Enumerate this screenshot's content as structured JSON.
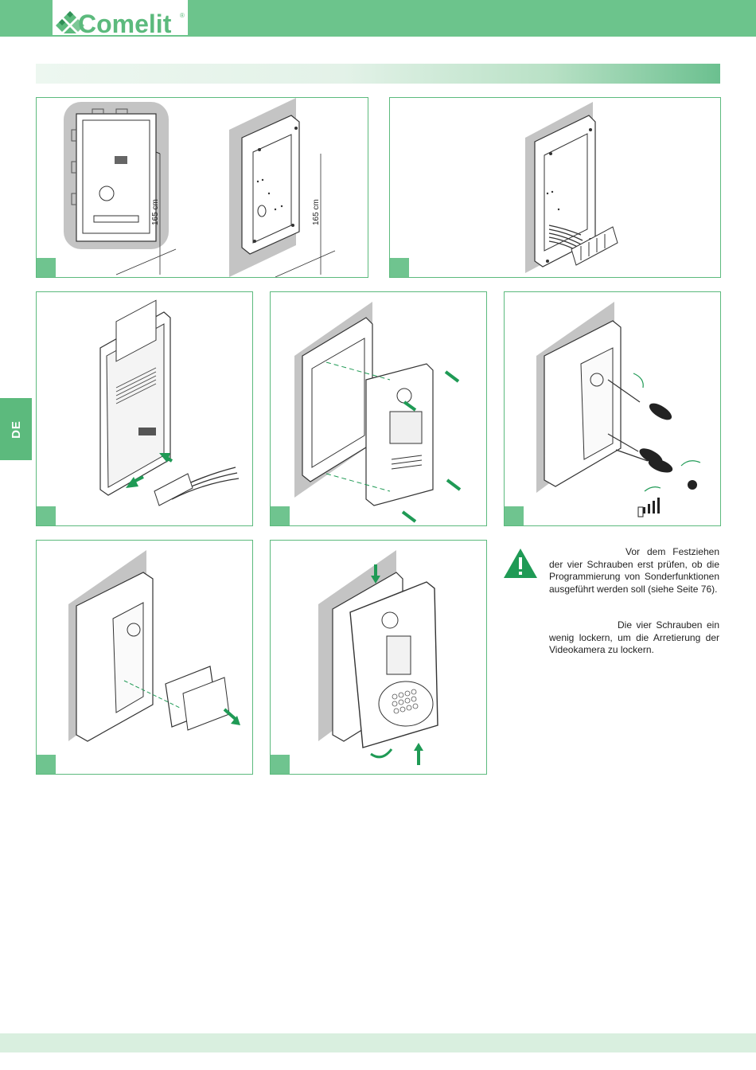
{
  "header": {
    "brand": "Comelit",
    "registered_mark": "®",
    "brand_color": "#6cc48c"
  },
  "language_tab": "DE",
  "figures": {
    "fig1": {
      "dimension_left": "165 cm",
      "dimension_right": "165 cm"
    }
  },
  "warning": {
    "paragraph1": "Vor dem Festziehen der vier Schrauben erst prüfen, ob die Programmierung von Sonderfunktionen ausgeführt werden soll (siehe Seite 76).",
    "paragraph2": "Die vier Schrauben ein wenig lockern, um die Arretierung der Videokamera zu lockern."
  },
  "colors": {
    "accent_green": "#5cba7d",
    "arrow_green": "#1f9a55",
    "wall_gray": "#bdbdbd"
  }
}
